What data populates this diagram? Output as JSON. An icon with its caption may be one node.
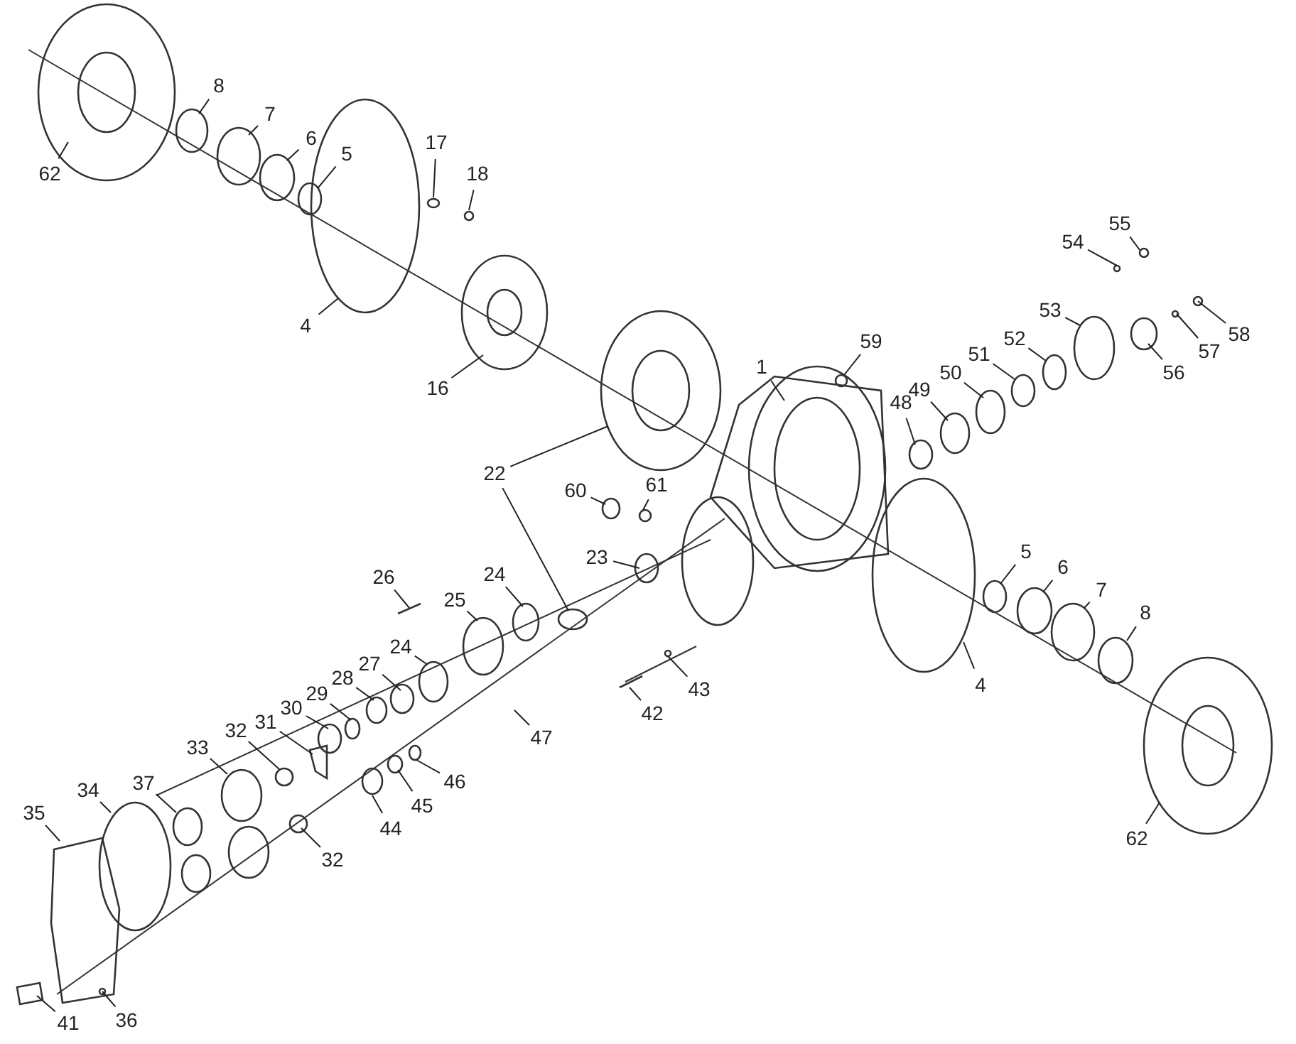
{
  "diagram": {
    "nodes": [
      {
        "text": [
          "62"
        ]
      },
      {
        "text": [
          "8"
        ]
      },
      {
        "text": [
          "7"
        ]
      },
      {
        "text": [
          "6"
        ]
      },
      {
        "text": [
          "5"
        ]
      },
      {
        "text": [
          "17"
        ]
      },
      {
        "text": [
          "18"
        ]
      },
      {
        "text": [
          "4"
        ]
      },
      {
        "text": [
          "16"
        ]
      },
      {
        "text": [
          "1"
        ]
      },
      {
        "text": [
          "59"
        ]
      },
      {
        "text": [
          "22"
        ]
      },
      {
        "text": [
          "60"
        ]
      },
      {
        "text": [
          "61"
        ]
      },
      {
        "text": [
          "23"
        ]
      },
      {
        "text": [
          "48"
        ]
      },
      {
        "text": [
          "49"
        ]
      },
      {
        "text": [
          "50"
        ]
      },
      {
        "text": [
          "51"
        ]
      },
      {
        "text": [
          "52"
        ]
      },
      {
        "text": [
          "53"
        ]
      },
      {
        "text": [
          "54"
        ]
      },
      {
        "text": [
          "55"
        ]
      },
      {
        "text": [
          "56"
        ]
      },
      {
        "text": [
          "57"
        ]
      },
      {
        "text": [
          "58"
        ]
      },
      {
        "text": [
          "5"
        ]
      },
      {
        "text": [
          "6"
        ]
      },
      {
        "text": [
          "7"
        ]
      },
      {
        "text": [
          "8"
        ]
      },
      {
        "text": [
          "4"
        ]
      },
      {
        "text": [
          "62"
        ]
      },
      {
        "text": [
          "26"
        ]
      },
      {
        "text": [
          "24"
        ]
      },
      {
        "text": [
          "25"
        ]
      },
      {
        "text": [
          "24"
        ]
      },
      {
        "text": [
          "27"
        ]
      },
      {
        "text": [
          "28"
        ]
      },
      {
        "text": [
          "29"
        ]
      },
      {
        "text": [
          "30"
        ]
      },
      {
        "text": [
          "31"
        ]
      },
      {
        "text": [
          "32"
        ]
      },
      {
        "text": [
          "33"
        ]
      },
      {
        "text": [
          "37"
        ]
      },
      {
        "text": [
          "34"
        ]
      },
      {
        "text": [
          "35"
        ]
      },
      {
        "text": [
          "41"
        ]
      },
      {
        "text": [
          "36"
        ]
      },
      {
        "text": [
          "44"
        ]
      },
      {
        "text": [
          "45"
        ]
      },
      {
        "text": [
          "46"
        ]
      },
      {
        "text": [
          "32"
        ]
      },
      {
        "text": [
          "47"
        ]
      },
      {
        "text": [
          "42"
        ]
      },
      {
        "text": [
          "43"
        ]
      }
    ],
    "edges": [
      {
        "from": 0,
        "to": null,
        "arrow": "none"
      },
      {
        "from": 1,
        "to": null,
        "arrow": "none"
      },
      {
        "from": 2,
        "to": null,
        "arrow": "none"
      },
      {
        "from": 3,
        "to": null,
        "arrow": "none"
      },
      {
        "from": 4,
        "to": null,
        "arrow": "none"
      },
      {
        "from": 5,
        "to": null,
        "arrow": "none"
      },
      {
        "from": 6,
        "to": null,
        "arrow": "none"
      },
      {
        "from": 7,
        "to": null,
        "arrow": "none"
      },
      {
        "from": 8,
        "to": null,
        "arrow": "none"
      },
      {
        "from": 9,
        "to": null,
        "arrow": "none"
      },
      {
        "from": 10,
        "to": null,
        "arrow": "none"
      },
      {
        "from": 11,
        "to": null,
        "arrow": "none"
      },
      {
        "from": 11,
        "to": null,
        "arrow": "none"
      },
      {
        "from": 12,
        "to": null,
        "arrow": "none"
      },
      {
        "from": 13,
        "to": null,
        "arrow": "none"
      },
      {
        "from": 14,
        "to": null,
        "arrow": "none"
      },
      {
        "from": 15,
        "to": null,
        "arrow": "none"
      },
      {
        "from": 16,
        "to": null,
        "arrow": "none"
      },
      {
        "from": 17,
        "to": null,
        "arrow": "none"
      },
      {
        "from": 18,
        "to": null,
        "arrow": "none"
      },
      {
        "from": 19,
        "to": null,
        "arrow": "none"
      },
      {
        "from": 20,
        "to": null,
        "arrow": "none"
      },
      {
        "from": 21,
        "to": null,
        "arrow": "none"
      },
      {
        "from": 22,
        "to": null,
        "arrow": "none"
      },
      {
        "from": 23,
        "to": null,
        "arrow": "none"
      },
      {
        "from": 24,
        "to": null,
        "arrow": "none"
      },
      {
        "from": 25,
        "to": null,
        "arrow": "none"
      },
      {
        "from": 26,
        "to": null,
        "arrow": "none"
      },
      {
        "from": 27,
        "to": null,
        "arrow": "none"
      },
      {
        "from": 28,
        "to": null,
        "arrow": "none"
      },
      {
        "from": 29,
        "to": null,
        "arrow": "none"
      },
      {
        "from": 30,
        "to": null,
        "arrow": "none"
      },
      {
        "from": 31,
        "to": null,
        "arrow": "none"
      },
      {
        "from": 32,
        "to": null,
        "arrow": "none"
      },
      {
        "from": 33,
        "to": null,
        "arrow": "none"
      },
      {
        "from": 34,
        "to": null,
        "arrow": "none"
      },
      {
        "from": 35,
        "to": null,
        "arrow": "none"
      },
      {
        "from": 36,
        "to": null,
        "arrow": "none"
      },
      {
        "from": 37,
        "to": null,
        "arrow": "none"
      },
      {
        "from": 38,
        "to": null,
        "arrow": "none"
      },
      {
        "from": 39,
        "to": null,
        "arrow": "none"
      },
      {
        "from": 40,
        "to": null,
        "arrow": "none"
      },
      {
        "from": 41,
        "to": null,
        "arrow": "none"
      },
      {
        "from": 42,
        "to": null,
        "arrow": "none"
      },
      {
        "from": 43,
        "to": null,
        "arrow": "none"
      },
      {
        "from": 44,
        "to": null,
        "arrow": "none"
      },
      {
        "from": 45,
        "to": null,
        "arrow": "none"
      },
      {
        "from": 46,
        "to": null,
        "arrow": "none"
      },
      {
        "from": 47,
        "to": null,
        "arrow": "none"
      },
      {
        "from": 48,
        "to": null,
        "arrow": "none"
      },
      {
        "from": 49,
        "to": null,
        "arrow": "none"
      },
      {
        "from": 50,
        "to": null,
        "arrow": "none"
      },
      {
        "from": 51,
        "to": null,
        "arrow": "none"
      },
      {
        "from": 52,
        "to": null,
        "arrow": "none"
      },
      {
        "from": 53,
        "to": null,
        "arrow": "none"
      },
      {
        "from": 54,
        "to": null,
        "arrow": "none"
      }
    ]
  }
}
